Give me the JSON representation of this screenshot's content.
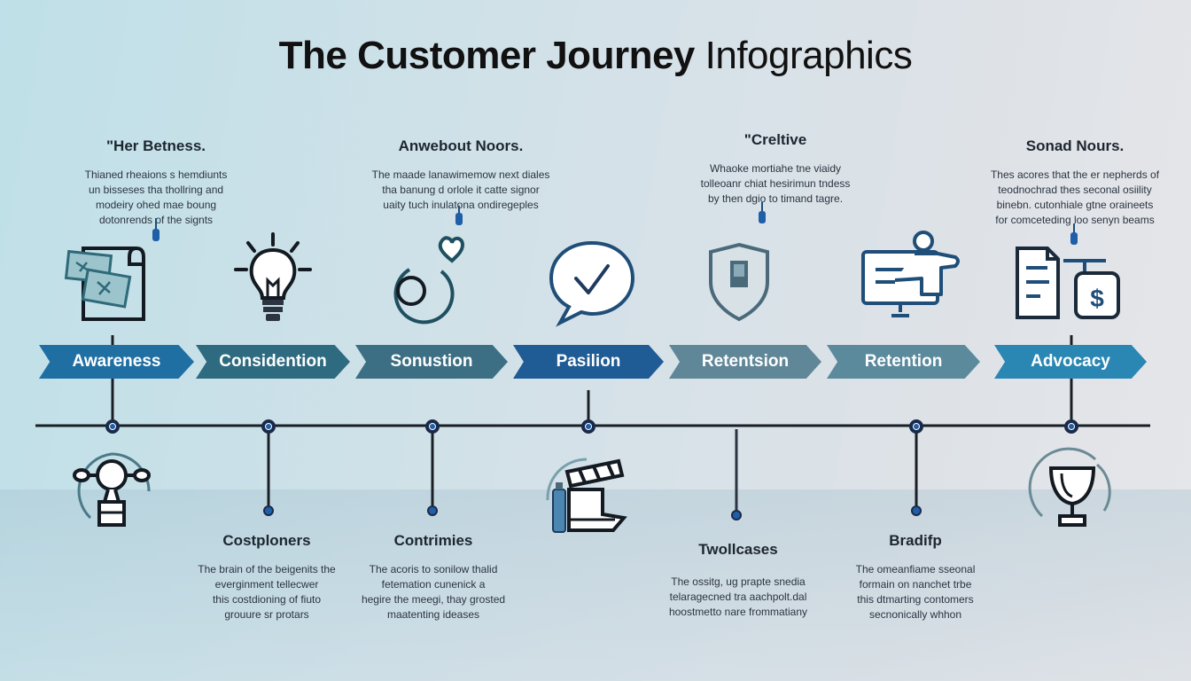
{
  "title": {
    "bold": "The Customer Journey",
    "normal": "Infographics"
  },
  "top_blocks": [
    {
      "heading": "\"Her Betness.",
      "lines": [
        "Thianed rheaions s hemdiunts",
        "un bisseses tha thollring and",
        "modeiry ohed mae boung",
        "dotonrends of the signts"
      ]
    },
    {
      "heading": "Anwebout Noors.",
      "lines": [
        "The maade lanawimemow next diales",
        "tha banung d orlole it catte signor",
        "uaity tuch inulatona ondiregeples"
      ]
    },
    {
      "heading": "\"Creltive",
      "lines": [
        "Whaoke mortiahe tne viaidy",
        "tolleoanr chiat hesirimun tndess",
        "by then dgio to timand tagre."
      ]
    },
    {
      "heading": "Sonad Nours.",
      "lines": [
        "Thes acores that the er nepherds of",
        "teodnochrad thes seconal osiility",
        "binebn. cutonhiale gtne oraineets",
        "for comceteding loo senyn beams"
      ]
    }
  ],
  "stages": [
    {
      "label": "Awareness",
      "color": "#1f6fa3"
    },
    {
      "label": "Considention",
      "color": "#2f6b80"
    },
    {
      "label": "Sonustion",
      "color": "#3d6f84"
    },
    {
      "label": "Pasilion",
      "color": "#1f5b95"
    },
    {
      "label": "Retentsion",
      "color": "#5f8798"
    },
    {
      "label": "Retention",
      "color": "#5b8a9c"
    },
    {
      "label": "Advocacy",
      "color": "#2a86b2"
    }
  ],
  "bottom_blocks": [
    {
      "heading": "Costploners",
      "lines": [
        "The brain of the beigenits the",
        "everginment tellecwer",
        "this costdioning of fiuto",
        "grouure sr protars"
      ]
    },
    {
      "heading": "Contrimies",
      "lines": [
        "The acoris to sonilow thalid",
        "fetemation cunenick a",
        "hegire the meegi, thay grosted",
        "maatenting ideases"
      ]
    },
    {
      "heading": "Twollcases",
      "lines": [
        "The ossitg, ug prapte snedia",
        "telaragecned tra aachpolt.dal",
        "hoostmetto nare frommatiany"
      ]
    },
    {
      "heading": "Bradifp",
      "lines": [
        "The omeanfiame sseonal",
        "formain on nanchet trbe",
        "this dtmarting contomers",
        "secnonically whhon"
      ]
    }
  ],
  "icons": {
    "top": [
      "documents-icon",
      "lightbulb-icon",
      "target-heart-icon",
      "chat-check-icon",
      "shield-icon",
      "monitor-person-icon",
      "document-dollar-icon"
    ],
    "bottom": [
      "trophy-handles-icon",
      "clapperboard-icon",
      "cup-trophy-icon"
    ]
  },
  "colors": {
    "accent_blue": "#1f4e79",
    "dark_line": "#1a1f26",
    "dot_blue": "#1f5fa8"
  }
}
